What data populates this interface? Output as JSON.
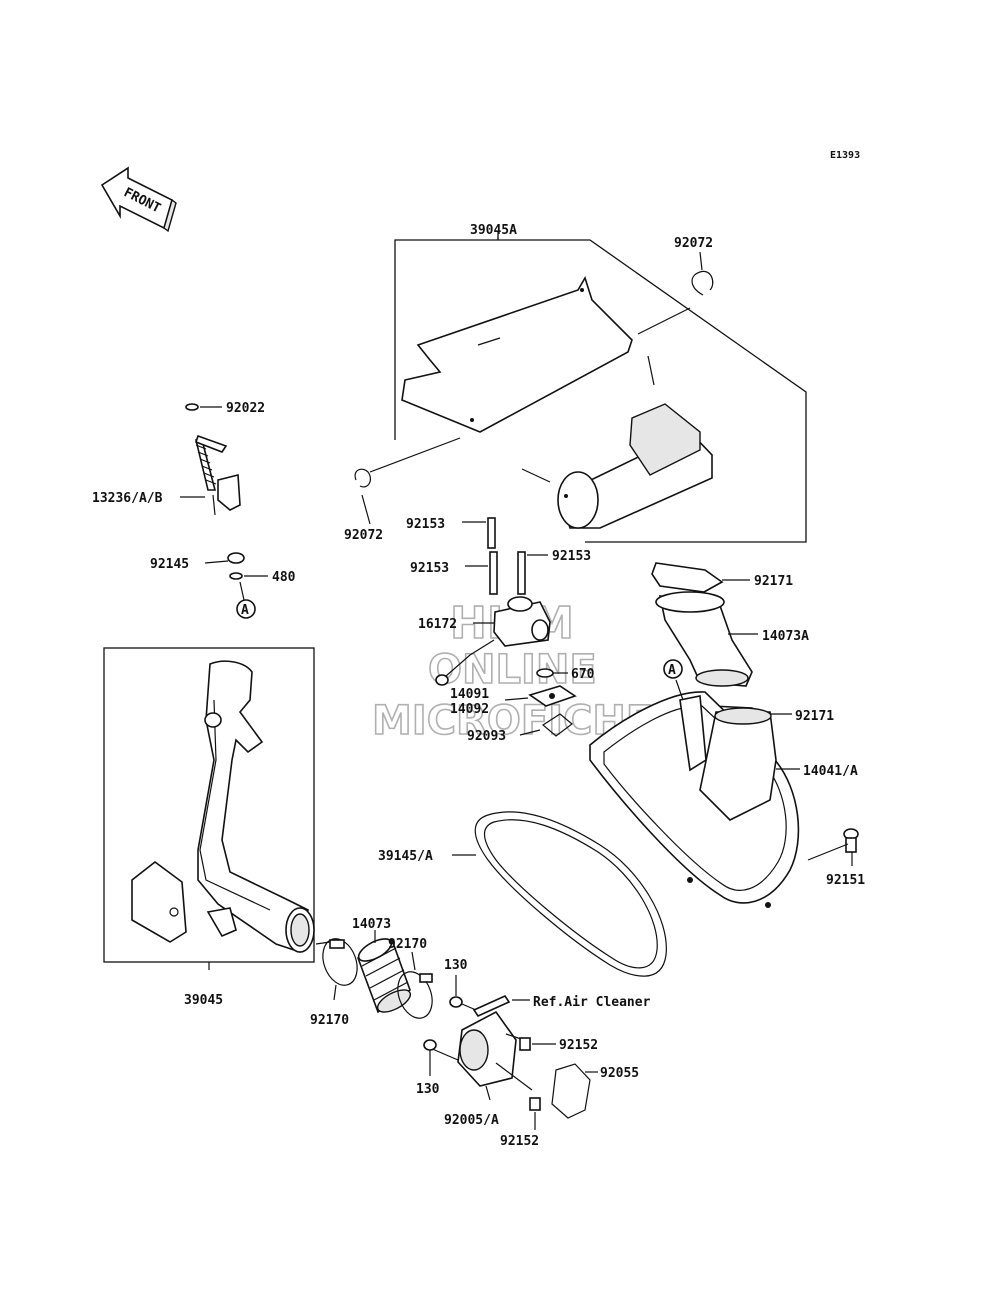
{
  "diagram": {
    "code": "E1393",
    "front_label": "FRONT",
    "ref_circle": "A",
    "ref_note": "Ref.Air Cleaner",
    "watermark": [
      "HL M",
      "ONLINE",
      "MICROFICHE"
    ],
    "labels": {
      "p39045A": "39045A",
      "p92072a": "92072",
      "p92072b": "92072",
      "p92022": "92022",
      "p13236": "13236/A/B",
      "p92145": "92145",
      "p480": "480",
      "p92153a": "92153",
      "p92153b": "92153",
      "p92153c": "92153",
      "p92171a": "92171",
      "p14073A": "14073A",
      "p16172": "16172",
      "p670": "670",
      "p14091": "14091",
      "p14092": "14092",
      "p92093": "92093",
      "p92171b": "92171",
      "p14041": "14041/A",
      "p39145": "39145/A",
      "p92151": "92151",
      "p39045": "39045",
      "p14073": "14073",
      "p92170a": "92170",
      "p92170b": "92170",
      "p130a": "130",
      "p130b": "130",
      "p92152a": "92152",
      "p92152b": "92152",
      "p92055": "92055",
      "p92005": "92005/A"
    }
  }
}
